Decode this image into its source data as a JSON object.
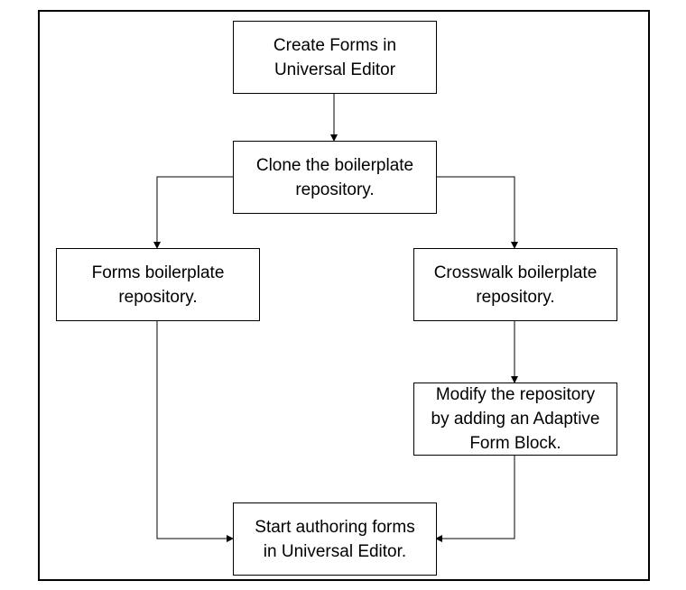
{
  "nodes": {
    "create_forms": [
      "Create Forms in",
      "Universal Editor"
    ],
    "clone_repo": [
      "Clone the boilerplate",
      "repository."
    ],
    "forms_boilerplate": [
      "Forms boilerplate",
      "repository."
    ],
    "crosswalk_boilerplate": [
      "Crosswalk boilerplate",
      "repository."
    ],
    "modify_repo": [
      "Modify the repository",
      "by adding an Adaptive",
      "Form Block."
    ],
    "start_authoring": [
      "Start authoring forms",
      "in Universal Editor."
    ]
  }
}
